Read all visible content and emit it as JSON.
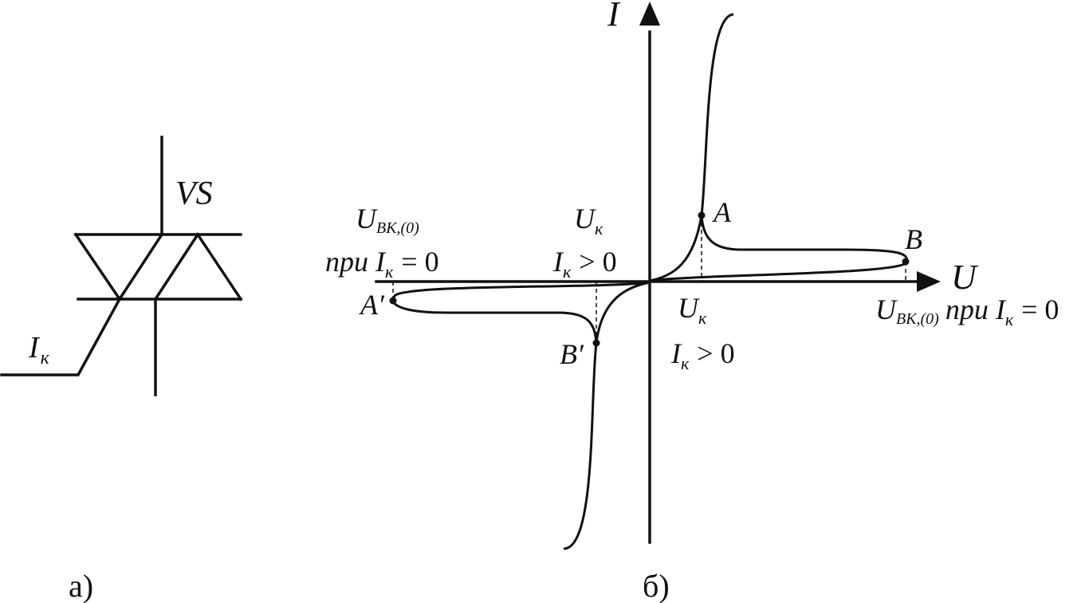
{
  "symbol": {
    "designator": "VS",
    "gate_label": {
      "main": "I",
      "sub": "к"
    },
    "caption": "а)"
  },
  "graph": {
    "y_axis_label": "I",
    "x_axis_label": "U",
    "caption": "б)",
    "points": {
      "A": "A",
      "B": "B",
      "A_prime": "A′",
      "B_prime": "B′"
    },
    "pos_breakover": {
      "main": "U",
      "sub": "ВК,(0)",
      "text": "при I",
      "sub2": "к",
      "tail": "= 0"
    },
    "pos_control": {
      "main": "U",
      "sub": "к",
      "line2_main": "I",
      "line2_sub": "к",
      "line2_tail": "> 0"
    },
    "neg_breakover": {
      "main": "U",
      "sub": "ВК,(0)",
      "line2_text": "при I",
      "line2_sub": "к",
      "line2_tail": "= 0"
    },
    "neg_control": {
      "main": "U",
      "sub": "к",
      "line2_main": "I",
      "line2_sub": "к",
      "line2_tail": "> 0"
    }
  }
}
